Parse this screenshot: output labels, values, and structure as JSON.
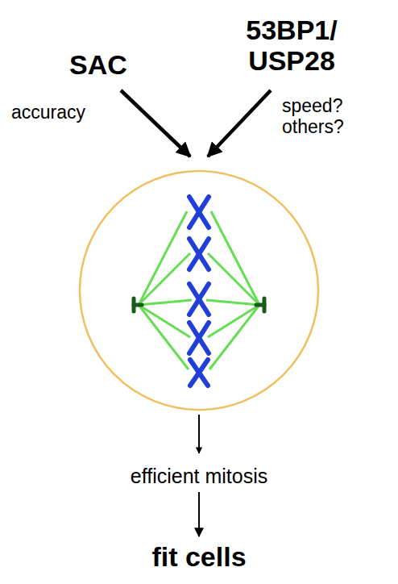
{
  "diagram": {
    "nodes": [
      {
        "text": [
          "SAC"
        ]
      },
      {
        "text": [
          "53BP1/ USP28"
        ]
      },
      {
        "text": [
          "efficient mitosis"
        ]
      },
      {
        "text": [
          "fit cells"
        ]
      }
    ],
    "edges": [
      {
        "from": 2,
        "to": 3,
        "arrow": "to"
      }
    ],
    "labels": [
      "accuracy",
      "speed? others?"
    ]
  }
}
